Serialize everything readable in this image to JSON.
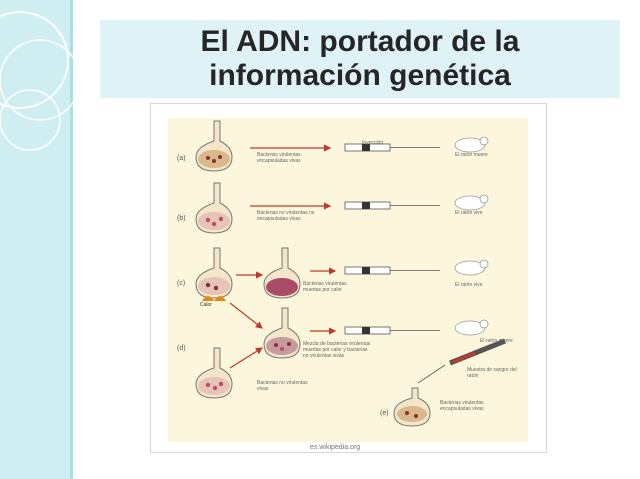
{
  "slide": {
    "title_line1": "El ADN:  portador de la",
    "title_line2": "información genética",
    "source": "es.wikipedia.org"
  },
  "diagram": {
    "row_labels": [
      "(a)",
      "(b)",
      "(c)",
      "(d)",
      "(e)"
    ],
    "captions": {
      "a": "Bacterias virulentas encapsuladas vivas",
      "b": "Bacterias no virulentas no encapsuladas vivas",
      "c": "Bacterias virulentas muertas por calor",
      "d": "Mezcla de bacterias virulentas muertas por calor y bacterias no virulentas vivas",
      "e": "Bacterias no virulentas vivas",
      "syringe_a": "Inyección",
      "blood": "Muestra de sangre del ratón",
      "recovered": "Bacterias virulentas encapsuladas vivas",
      "heat": "Calor"
    },
    "mouse_labels": [
      "El ratón muere",
      "El ratón vive",
      "El ratón vive",
      "El ratón muere"
    ],
    "colors": {
      "virulent": "#8a2f38",
      "nonvirulent": "#b8506a",
      "flask_liquid": "#e6c4b8",
      "arrow_red": "#c0392b",
      "heat_flame": "#e08a1a"
    }
  }
}
